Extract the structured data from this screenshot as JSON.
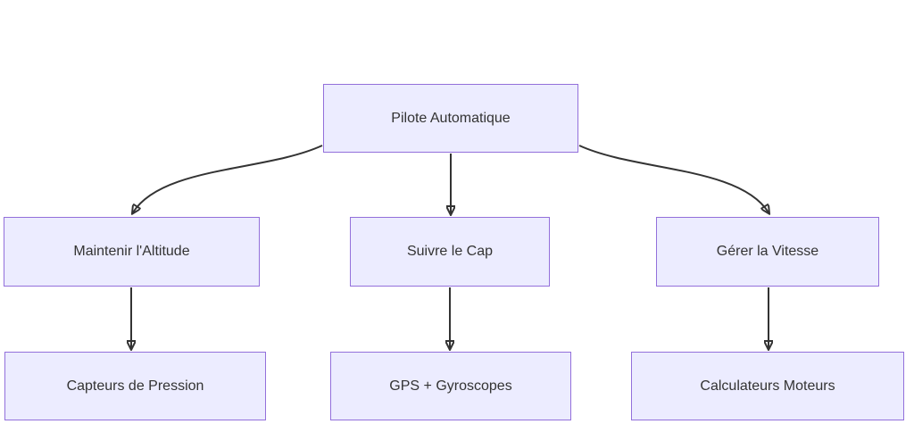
{
  "diagram": {
    "type": "flowchart",
    "direction": "top-down",
    "colors": {
      "background": "#ffffff",
      "node_fill": "#ECECFF",
      "node_border": "#9370DB",
      "edge": "#333333",
      "text": "#333333"
    },
    "nodes": [
      {
        "id": "pilote",
        "label": "Pilote Automatique"
      },
      {
        "id": "altitude",
        "label": "Maintenir l'Altitude"
      },
      {
        "id": "cap",
        "label": "Suivre le Cap"
      },
      {
        "id": "vitesse",
        "label": "Gérer la Vitesse"
      },
      {
        "id": "capteurs",
        "label": "Capteurs de Pression"
      },
      {
        "id": "gps",
        "label": "GPS + Gyroscopes"
      },
      {
        "id": "calculateurs",
        "label": "Calculateurs Moteurs"
      }
    ],
    "edges": [
      {
        "from": "pilote",
        "to": "altitude"
      },
      {
        "from": "pilote",
        "to": "cap"
      },
      {
        "from": "pilote",
        "to": "vitesse"
      },
      {
        "from": "altitude",
        "to": "capteurs"
      },
      {
        "from": "cap",
        "to": "gps"
      },
      {
        "from": "vitesse",
        "to": "calculateurs"
      }
    ]
  }
}
